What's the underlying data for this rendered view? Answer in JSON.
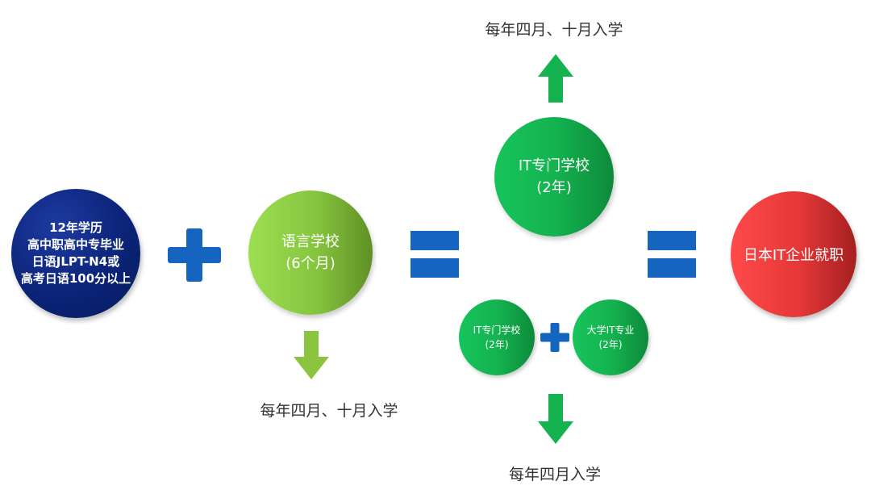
{
  "nodes": {
    "start": {
      "lines": [
        "12年学历",
        "高中职高中专毕业",
        "日语JLPT-N4或",
        "高考日语100分以上"
      ]
    },
    "language_school": {
      "line1": "语言学校",
      "line2": "(6个月)"
    },
    "it_school_main": {
      "line1": "IT专门学校",
      "line2": "(2年)"
    },
    "it_school_small": {
      "line1": "IT专门学校",
      "line2": "(2年)"
    },
    "university_it": {
      "line1": "大学IT专业",
      "line2": "(2年)"
    },
    "employment": {
      "line1": "日本IT企业就职"
    }
  },
  "captions": {
    "top": "每年四月、十月入学",
    "language": "每年四月、十月入学",
    "bottom": "每年四月入学"
  },
  "colors": {
    "navy": "#0b2478",
    "light_green": "#86c43f",
    "green": "#14b350",
    "red": "#e43737",
    "blue_symbol": "#1565c0"
  }
}
